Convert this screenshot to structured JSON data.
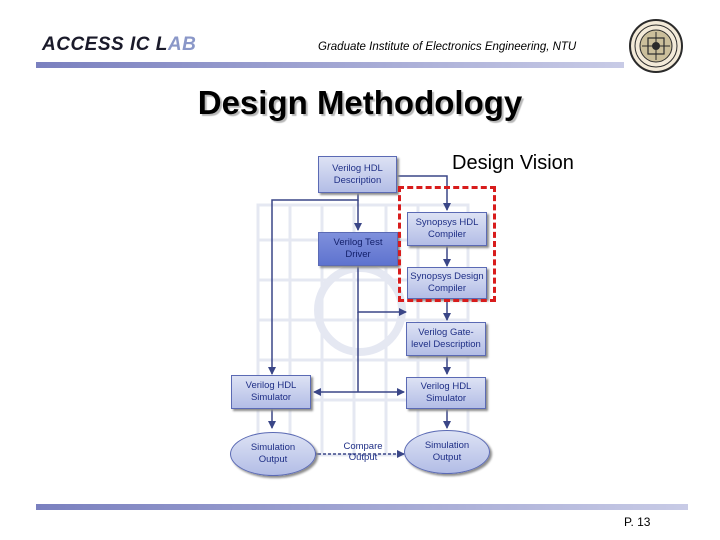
{
  "header": {
    "lab_name_bold": "ACCESS IC L",
    "lab_name_light": "AB",
    "institute": "Graduate Institute of Electronics Engineering, NTU",
    "seal_icon": "university-seal-icon"
  },
  "slide": {
    "title": "Design Methodology",
    "annotation": "Design Vision",
    "page_number": "P. 13"
  },
  "diagram": {
    "nodes": {
      "hdl_description": "Verilog HDL Description",
      "test_driver": "Verilog Test Driver",
      "hdl_compiler": "Synopsys HDL Compiler",
      "design_compiler": "Synopsys Design Compiler",
      "gate_level": "Verilog Gate-level Description",
      "simulator_left": "Verilog HDL Simulator",
      "simulator_right": "Verilog HDL Simulator",
      "output_left": "Simulation Output",
      "output_right": "Simulation Output",
      "compare": "Compare Output"
    },
    "colors": {
      "box_fill": "#c5cdee",
      "box_highlight_fill": "#6d82d6",
      "box_border": "#5b6ab4",
      "box_text": "#1f2f86",
      "connector": "#3a4687",
      "highlight_dash": "#d81c1c"
    }
  }
}
